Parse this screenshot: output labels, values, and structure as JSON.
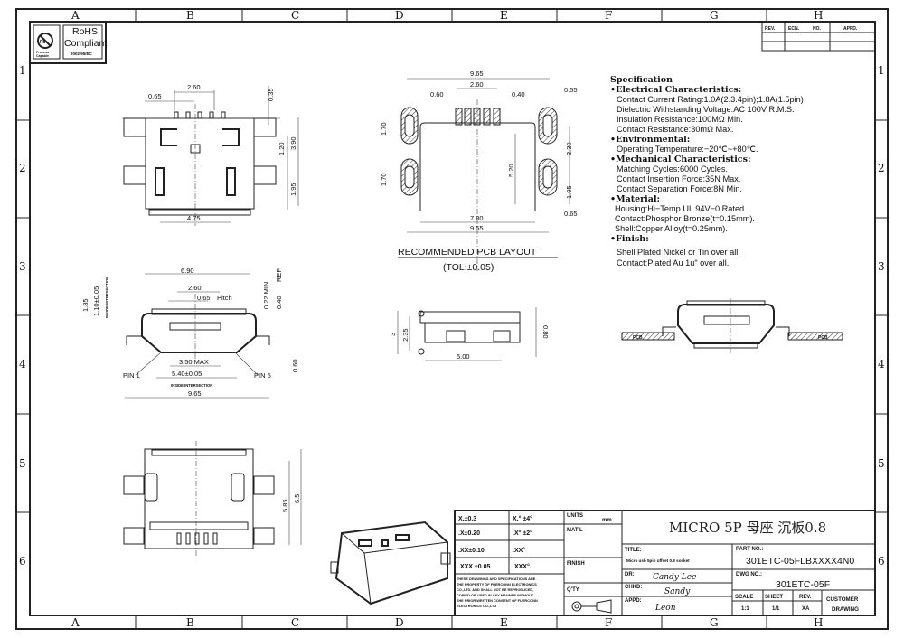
{
  "grid": {
    "columns": [
      "A",
      "B",
      "C",
      "D",
      "E",
      "F",
      "G",
      "H"
    ],
    "rows": [
      "1",
      "2",
      "3",
      "4",
      "5",
      "6"
    ]
  },
  "rohs": {
    "title": "RoHS",
    "subtitle": "Compliant",
    "directive": "2002/95/EC",
    "pb_symbol": "Pb",
    "pb_caption_1": "Process",
    "pb_caption_2": "Capable"
  },
  "revision_block": {
    "headers": [
      "REV.",
      "ECN.",
      "NO.",
      "APPD."
    ]
  },
  "top_view": {
    "dims": [
      "2.60",
      "0.65",
      "0.35",
      "1.20",
      "3.90",
      "1.95",
      "4.75"
    ]
  },
  "pcb_layout": {
    "dims": [
      "9.65",
      "2.60",
      "0.60",
      "0.40",
      "0.55",
      "1.70",
      "1.70",
      "5.20",
      "3.30",
      "1.95",
      "0.65",
      "7.80",
      "9.55"
    ],
    "title": "RECOMMENDED PCB LAYOUT",
    "tolerance": "(TOL:±0.05)"
  },
  "front_view": {
    "dims": [
      "6.90",
      "2.60",
      "0.65",
      "Pitch",
      "1.85",
      "1.10±0.05",
      "INSIDE INTERSECTION",
      "0.22 MIN",
      "0.40",
      "REF",
      "3.50 MAX",
      "5.40±0.05",
      "INSIDE INTERSECTION",
      "9.65",
      "0.60"
    ],
    "pin1": "PIN 1",
    "pin5": "PIN 5"
  },
  "side_view": {
    "dims": [
      "3",
      "2.35",
      "5.00",
      "0.80"
    ]
  },
  "bottom_view": {
    "dims": [
      "5.85",
      "6.5"
    ]
  },
  "mating_view": {
    "pcb_label": "PCB"
  },
  "specification": {
    "title": "Specification",
    "sections": [
      {
        "heading": "•Electrical Characteristics:",
        "lines": [
          "Contact Current Rating:1.0A(2.3.4pin);1.8A(1.5pin)",
          "Dielectric Withstanding Voltage:AC 100V R.M.S.",
          "Insulation Resistance:100MΩ Min.",
          "Contact Resistance:30mΩ Max."
        ]
      },
      {
        "heading": "•Environmental:",
        "lines": [
          "Operating Temperature:−20℃~+80℃."
        ]
      },
      {
        "heading": "•Mechanical Characteristics:",
        "lines": [
          "Matching Cycles:6000 Cycles.",
          "Contact Insertion Force:35N Max.",
          "Contact Separation Force:8N Min."
        ]
      },
      {
        "heading": "•Material:",
        "lines": [
          "Housing:Hi−Temp UL 94V−0 Rated.",
          "Contact:Phosphor Bronze(t=0.15mm).",
          "Shell:Copper Alloy(t=0.25mm)."
        ]
      },
      {
        "heading": "•Finish:",
        "lines": [
          "Shell:Plated Nickel or Tin over all.",
          "Contact:Plated Au 1u\" over all."
        ]
      }
    ]
  },
  "title_block": {
    "tolerances": [
      [
        "X.±0.3",
        "X.° ±4°"
      ],
      [
        ".X±0.20",
        ".X° ±2°"
      ],
      [
        ".XX±0.10",
        ".XX°"
      ],
      [
        ".XXX ±0.05",
        ".XXX°"
      ]
    ],
    "disclaimer": [
      "THESE DRAWINGS AND SPECIFICATIONS ARE",
      "THE PROPERTY OF FUERCONN ELECTRONICS",
      "CO.,LTD. AND SHALL NOT BE REPRODUCED,",
      "COPIED OR USED IN ANY MANNER WITHOUT",
      "THE PRIOR WRITTEN CONSENT OF FUERCONN",
      "ELECTRONICS CO.,LTD"
    ],
    "units_label": "UNITS",
    "units": "mm",
    "matl_label": "MAT'L",
    "finish_label": "FINISH",
    "qty_label": "Q'TY",
    "product_name": "MICRO 5P 母座 沉板0.8",
    "title_label": "TITLE:",
    "title": "Micro usb 5pin offset 0.8 socket",
    "part_no_label": "PART NO.:",
    "part_no": "301ETC-05FLBXXXX4N0",
    "dr_label": "DR:",
    "dr": "Candy Lee",
    "chkd_label": "CHKD:",
    "chkd": "Sandy",
    "appd_label": "APPD:",
    "appd": "Leon",
    "dwg_no_label": "DWG NO.:",
    "dwg_no": "301ETC-05F",
    "scale_label": "SCALE",
    "scale": "1:1",
    "sheet_label": "SHEET",
    "sheet": "1/1",
    "rev_label": "REV.",
    "rev": "XA",
    "customer_1": "CUSTOMER",
    "customer_2": "DRAWING"
  }
}
